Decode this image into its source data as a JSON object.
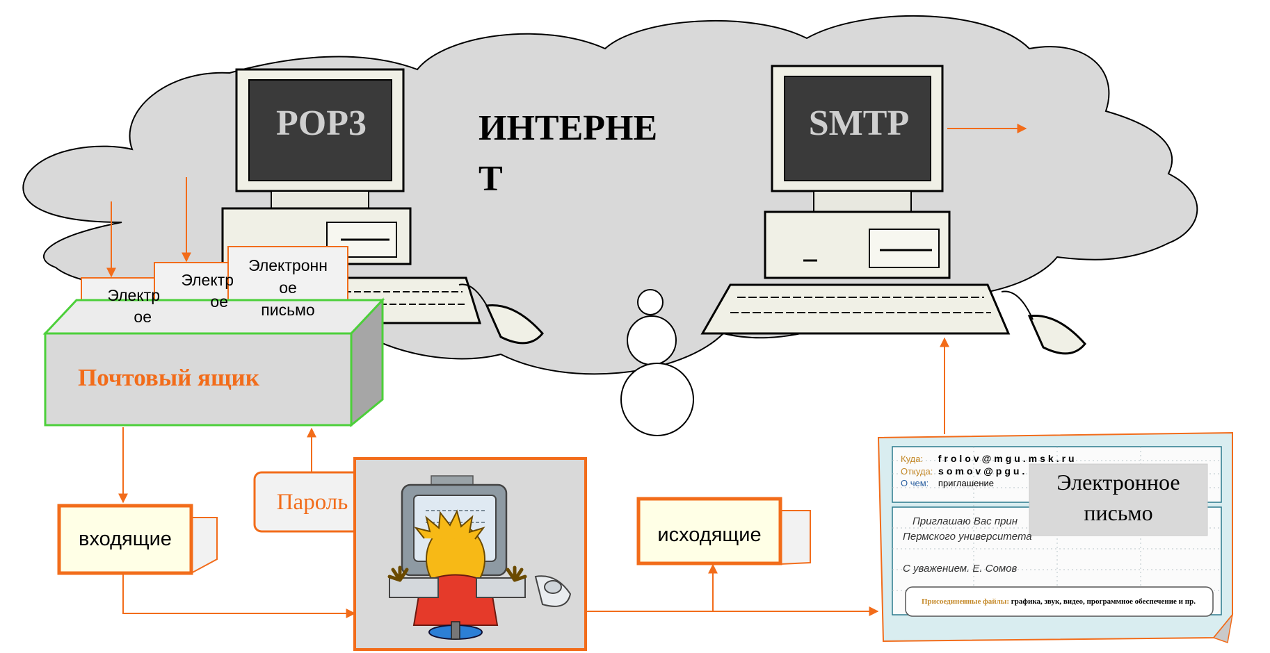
{
  "cloud": {
    "title": "ИНТЕРНЕТ",
    "title_line1": "ИНТЕРНЕ",
    "title_line2": "Т"
  },
  "servers": {
    "pop3_label": "POP3",
    "smtp_label": "SMTP"
  },
  "mailbox": {
    "label": "Почтовый ящик",
    "letters": [
      {
        "text_lines": [
          "Электр",
          "ое"
        ]
      },
      {
        "text_lines": [
          "Электр",
          "ое"
        ]
      },
      {
        "text_lines": [
          "Электронн",
          "ое",
          "письмо"
        ]
      }
    ]
  },
  "folders": {
    "incoming": "входящие",
    "outgoing": "исходящие"
  },
  "password_label": "Пароль",
  "email_form": {
    "to_label": "Куда:",
    "to_value": "frolov@mgu.msk.ru",
    "from_label": "Откуда:",
    "from_value": "somov@pgu.",
    "subject_label": "О чем:",
    "subject_value": "приглашение",
    "body_line1": "Приглашаю Вас прин",
    "body_line2": "Пермского университета",
    "signature": "С уважением. Е. Сомов",
    "attachments_label": "Присоединенные файлы:",
    "attachments_value": "графика, звук, видео, программное обеспечение и пр.",
    "overlay_line1": "Электронное",
    "overlay_line2": "письмо"
  },
  "colors": {
    "cloud_fill": "#d9d9d9",
    "arrow": "#f26c1a",
    "mailbox_border": "#4ccf3a",
    "label_orange": "#f26c1a",
    "screen_dark": "#3a3a3a"
  }
}
